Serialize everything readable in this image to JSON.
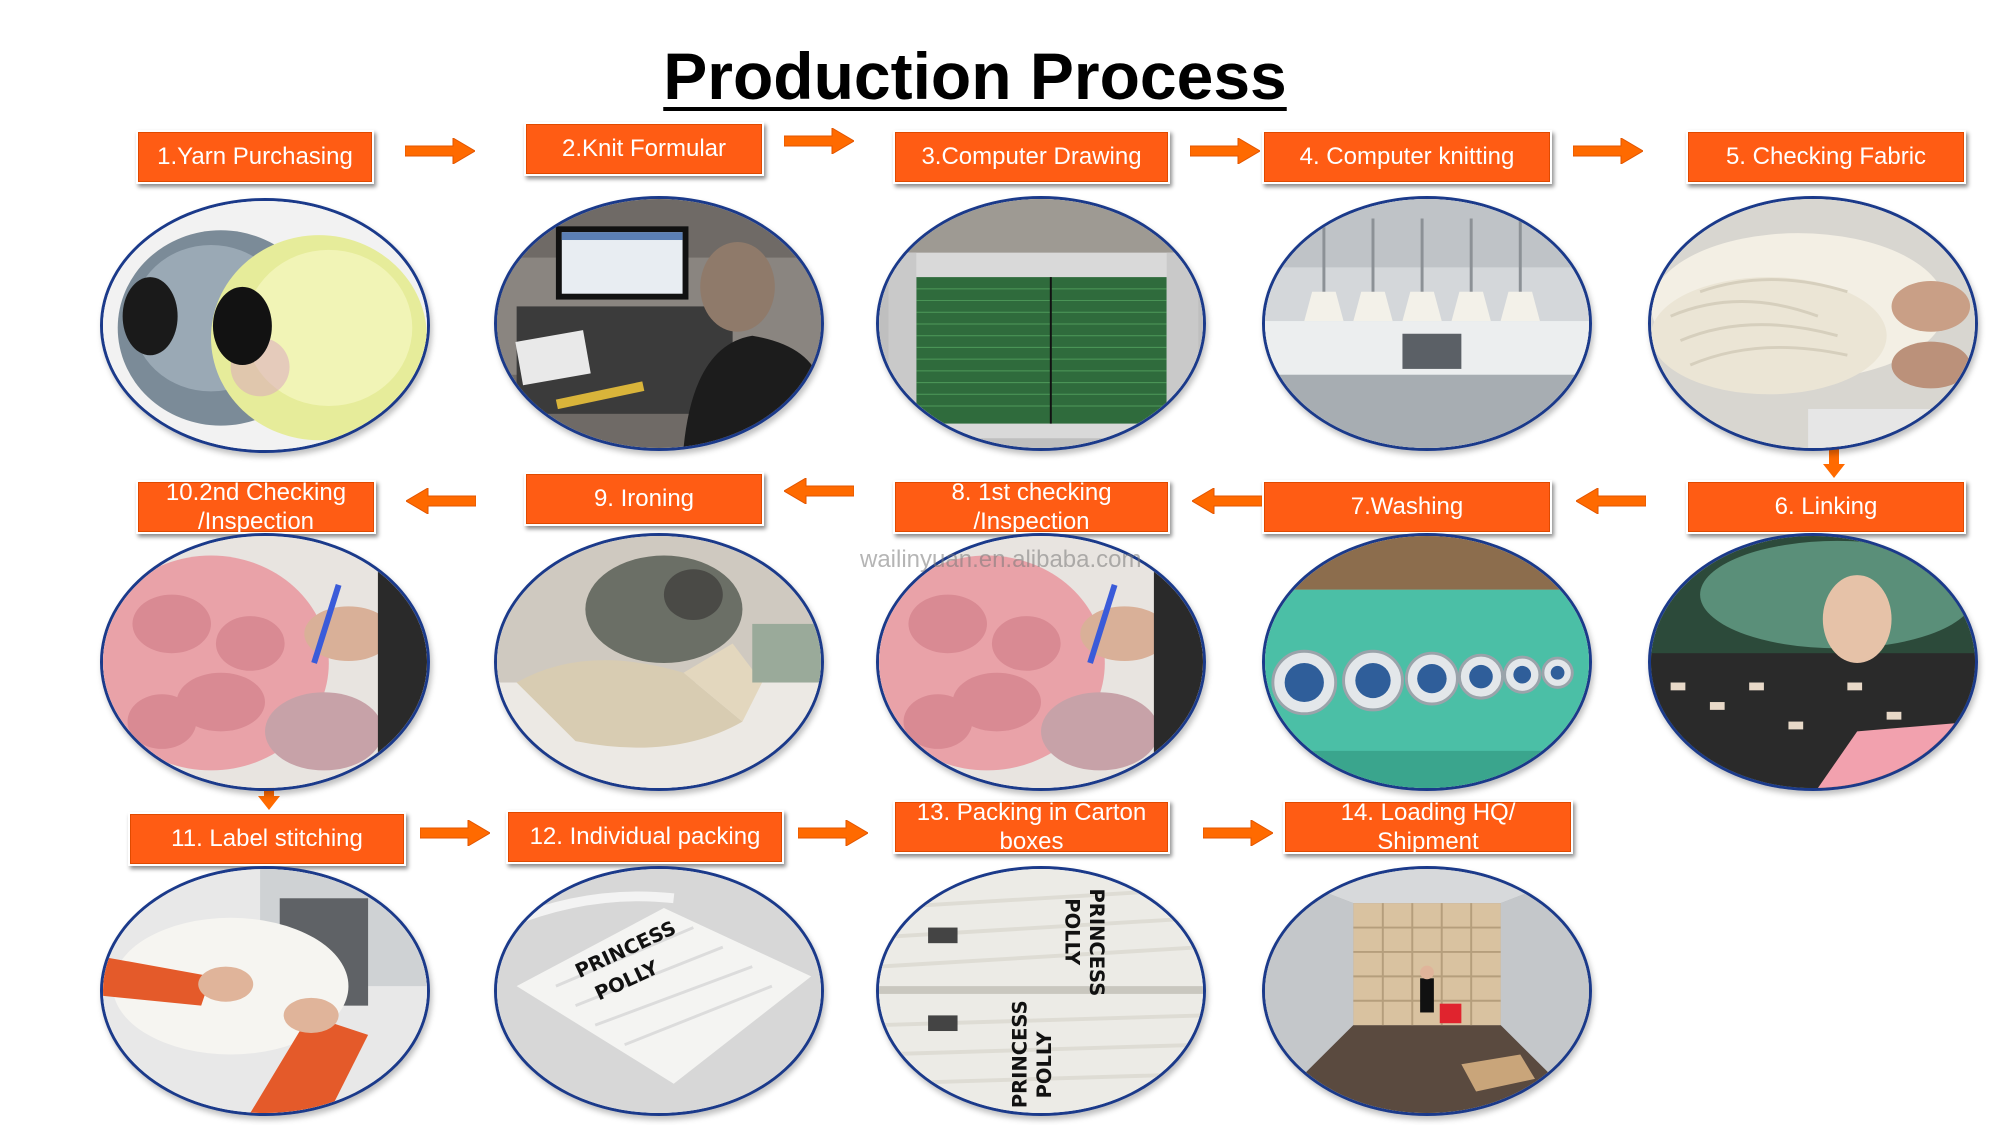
{
  "title": "Production Process",
  "watermark": "wailinyuan.en.alibaba.com",
  "colors": {
    "label_bg": "#ff5c14",
    "arrow": "#ff6a00",
    "photo_border": "#1b3a8a"
  },
  "steps": [
    {
      "label": "1.Yarn Purchasing",
      "photo": "yarn-cones-photo"
    },
    {
      "label": "2.Knit Formular",
      "photo": "office-computer-photo"
    },
    {
      "label": "3.Computer Drawing",
      "photo": "cad-screen-photo"
    },
    {
      "label": "4. Computer knitting",
      "photo": "knitting-machine-photo"
    },
    {
      "label": "5. Checking Fabric",
      "photo": "fabric-pile-photo"
    },
    {
      "label": "6. Linking",
      "photo": "linking-machine-photo"
    },
    {
      "label": "7.Washing",
      "photo": "washing-machines-photo"
    },
    {
      "label": "8. 1st checking\n/Inspection",
      "photo": "inspection-photo"
    },
    {
      "label": "9. Ironing",
      "photo": "ironing-photo"
    },
    {
      "label": "10.2nd Checking\n/Inspection",
      "photo": "inspection-photo"
    },
    {
      "label": "11. Label stitching",
      "photo": "sewing-photo"
    },
    {
      "label": "12. Individual packing",
      "photo": "polybag-photo"
    },
    {
      "label": "13. Packing in Carton\nboxes",
      "photo": "carton-packing-photo"
    },
    {
      "label": "14. Loading HQ/\nShipment",
      "photo": "container-loading-photo"
    }
  ],
  "photo_texts": {
    "brand": "PRINCESS\nPOLLY"
  }
}
